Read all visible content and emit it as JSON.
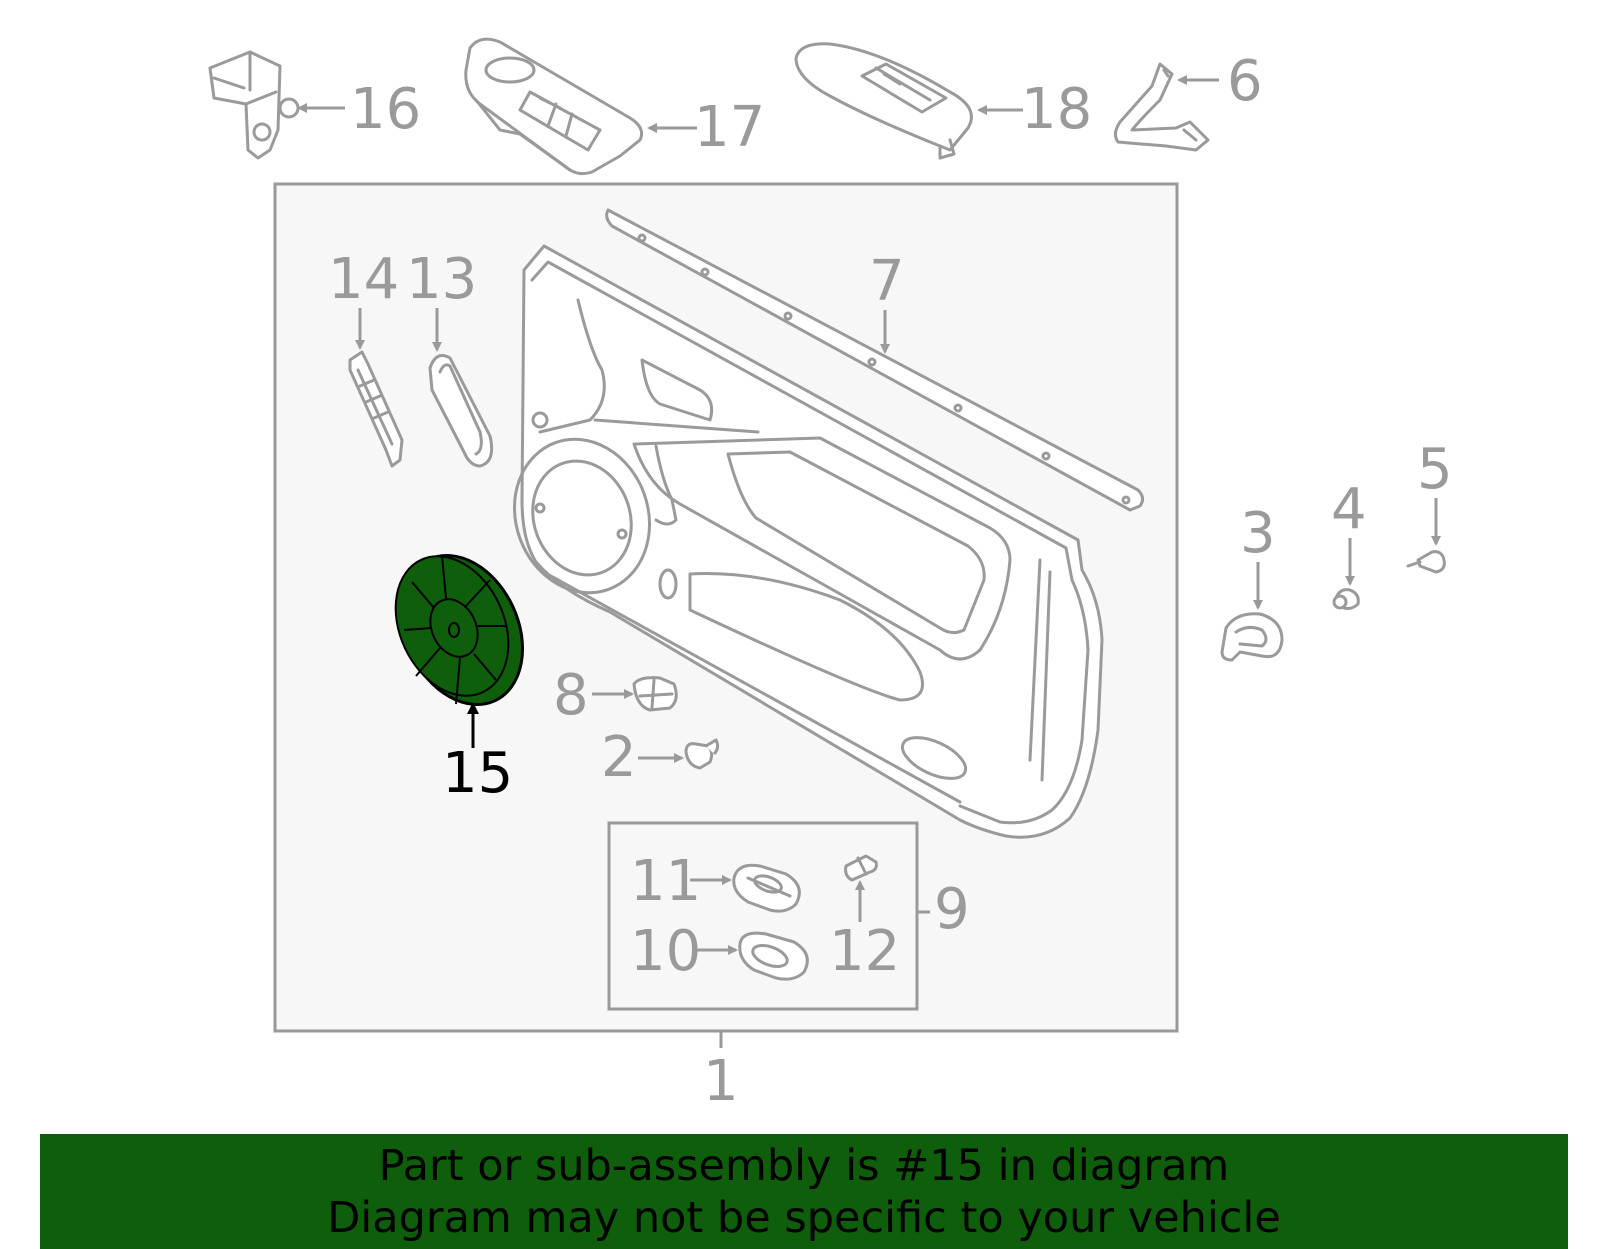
{
  "diagram": {
    "highlight_part": "15",
    "highlight_color": "#0f5e0c",
    "callouts": {
      "p1": "1",
      "p2": "2",
      "p3": "3",
      "p4": "4",
      "p5": "5",
      "p6": "6",
      "p7": "7",
      "p8": "8",
      "p9": "9",
      "p10": "10",
      "p11": "11",
      "p12": "12",
      "p13": "13",
      "p14": "14",
      "p15": "15",
      "p16": "16",
      "p17": "17",
      "p18": "18"
    }
  },
  "banner": {
    "line1": "Part or sub-assembly is #15 in diagram",
    "line2": "Diagram may not be specific to your vehicle",
    "background": "#0f5e0c"
  }
}
